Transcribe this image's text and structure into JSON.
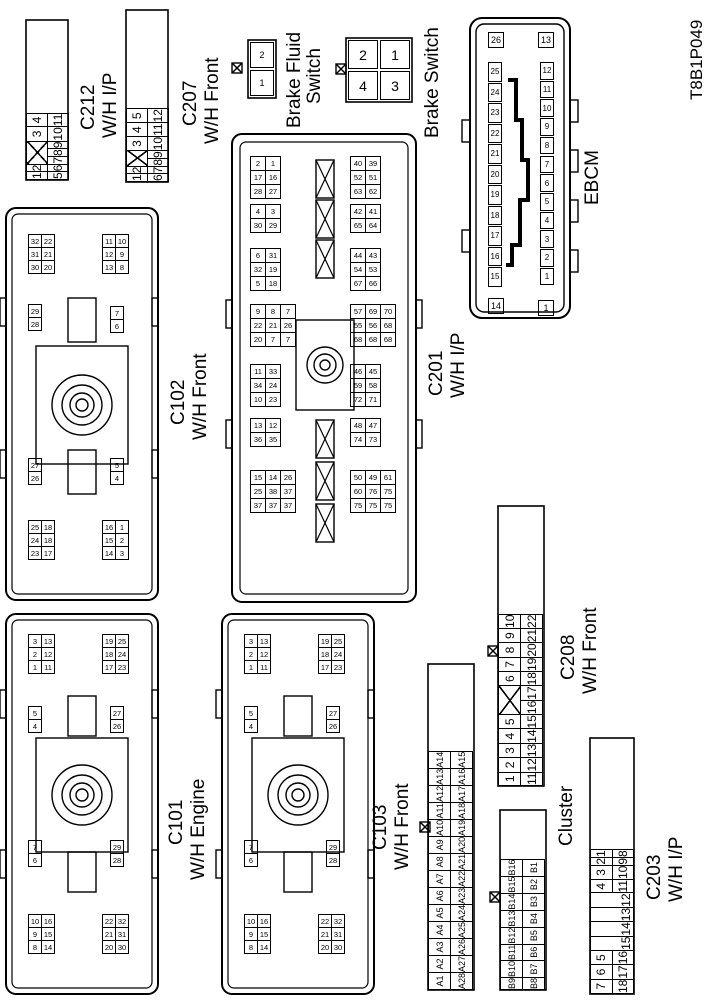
{
  "ref": "T8B1P049",
  "c212": {
    "name": "C212",
    "loc": "W/H I/P",
    "rows": [
      [
        "1",
        "2",
        "X",
        "3",
        "4"
      ],
      [
        "5",
        "6",
        "7",
        "8",
        "9",
        "10",
        "11"
      ]
    ]
  },
  "c207": {
    "name": "C207",
    "loc": "W/H Front",
    "rows": [
      [
        "1",
        "2",
        "X",
        "3",
        "4",
        "5"
      ],
      [
        "6",
        "7",
        "8",
        "9",
        "10",
        "11",
        "12"
      ]
    ]
  },
  "bfs": {
    "name": "Brake Fluid",
    "name2": "Switch",
    "pins": [
      "2",
      "1"
    ]
  },
  "bsw": {
    "name": "Brake Switch",
    "pins": [
      "2",
      "4",
      "1",
      "3"
    ]
  },
  "ebcm": {
    "name": "EBCM",
    "top": [
      "26",
      "13"
    ],
    "row1": [
      "15",
      "16",
      "17",
      "18",
      "19",
      "20",
      "21",
      "22",
      "23",
      "24",
      "25"
    ],
    "row2": [
      "1",
      "2",
      "3",
      "4",
      "5",
      "6",
      "7",
      "8",
      "9",
      "10",
      "11",
      "12"
    ],
    "left": [
      "14",
      "1"
    ]
  },
  "c102": {
    "name": "C102",
    "loc": "W/H Front",
    "g1": [
      "30",
      "31",
      "32",
      "20",
      "21",
      "22"
    ],
    "g2": [
      "13",
      "12",
      "11",
      "8",
      "9",
      "10"
    ],
    "g3": [
      "28",
      "29"
    ],
    "g4": [
      "7",
      "6"
    ],
    "g5": [
      "26",
      "27"
    ],
    "g6": [
      "4",
      "5"
    ],
    "g7": [
      "23",
      "24",
      "25",
      "17",
      "18",
      "18"
    ],
    "g8": [
      "16",
      "15",
      "14",
      "1",
      "2",
      "3"
    ]
  },
  "c201": {
    "name": "C201",
    "loc": "W/H I/P",
    "cols": [
      [
        "2",
        "17",
        "28",
        "1",
        "16",
        "27"
      ],
      [
        "4",
        "30",
        "3",
        "29"
      ],
      [
        "6",
        "32",
        "5",
        "31",
        "19",
        "18"
      ],
      [
        "9",
        "22",
        "26",
        "8",
        "21",
        "20",
        "7"
      ],
      [
        "11",
        "34",
        "10",
        "33",
        "24",
        "23"
      ],
      [
        "13",
        "36",
        "12",
        "35"
      ],
      [
        "15",
        "26",
        "38",
        "14",
        "25",
        "37"
      ],
      [
        "40",
        "52",
        "63",
        "39",
        "51",
        "62"
      ],
      [
        "42",
        "65",
        "41",
        "64"
      ],
      [
        "44",
        "54",
        "67",
        "43",
        "53",
        "66"
      ],
      [
        "57",
        "70",
        "56",
        "69",
        "55",
        "68"
      ],
      [
        "46",
        "59",
        "72",
        "45",
        "58",
        "71"
      ],
      [
        "48",
        "74",
        "47",
        "73"
      ],
      [
        "50",
        "61",
        "76",
        "49",
        "60",
        "75"
      ]
    ]
  },
  "c101": {
    "name": "C101",
    "loc": "W/H Engine",
    "pins": [
      "3",
      "2",
      "1",
      "13",
      "12",
      "11",
      "19",
      "18",
      "17",
      "25",
      "24",
      "23",
      "5",
      "4",
      "27",
      "26",
      "7",
      "6",
      "29",
      "28",
      "10",
      "9",
      "8",
      "16",
      "15",
      "14",
      "22",
      "21",
      "20",
      "32",
      "31",
      "30"
    ]
  },
  "c103": {
    "name": "C103",
    "loc": "W/H Front",
    "pins": [
      "3",
      "2",
      "1",
      "13",
      "12",
      "11",
      "19",
      "18",
      "17",
      "25",
      "24",
      "23",
      "5",
      "4",
      "27",
      "26",
      "7",
      "6",
      "29",
      "28",
      "10",
      "9",
      "8",
      "16",
      "15",
      "14",
      "22",
      "21",
      "20",
      "32",
      "31",
      "30"
    ]
  },
  "cluster": {
    "name": "Cluster",
    "rowA": [
      "A1",
      "A2",
      "A3",
      "A4",
      "A5",
      "A6",
      "A7",
      "A8",
      "A9",
      "A10",
      "A11",
      "A12",
      "A13",
      "A14"
    ],
    "rowB": [
      "A28",
      "A27",
      "A26",
      "A25",
      "A24",
      "A23",
      "A22",
      "A21",
      "A20",
      "A19",
      "A18",
      "A17",
      "A16",
      "A15"
    ],
    "rowC": [
      "B9",
      "B10",
      "B11",
      "B12",
      "B13",
      "B14",
      "B15",
      "B16"
    ],
    "rowD": [
      "B8",
      "B7",
      "B6",
      "B5",
      "B4",
      "B3",
      "B2",
      "B1"
    ]
  },
  "c208": {
    "name": "C208",
    "loc": "W/H Front",
    "r1": [
      "1",
      "2",
      "3",
      "4",
      "5",
      "X",
      "6",
      "7",
      "8",
      "9",
      "10"
    ],
    "r2": [
      "11",
      "12",
      "13",
      "14",
      "15",
      "16",
      "17",
      "18",
      "19",
      "20",
      "21",
      "22"
    ]
  },
  "c203": {
    "name": "C203",
    "loc": "W/H I/P",
    "r1": [
      "7",
      "6",
      "5",
      "15",
      "14",
      "13",
      "12",
      "4",
      "3",
      "2",
      "1"
    ],
    "r2": [
      "18",
      "17",
      "16",
      "11",
      "10",
      "9",
      "8"
    ]
  }
}
